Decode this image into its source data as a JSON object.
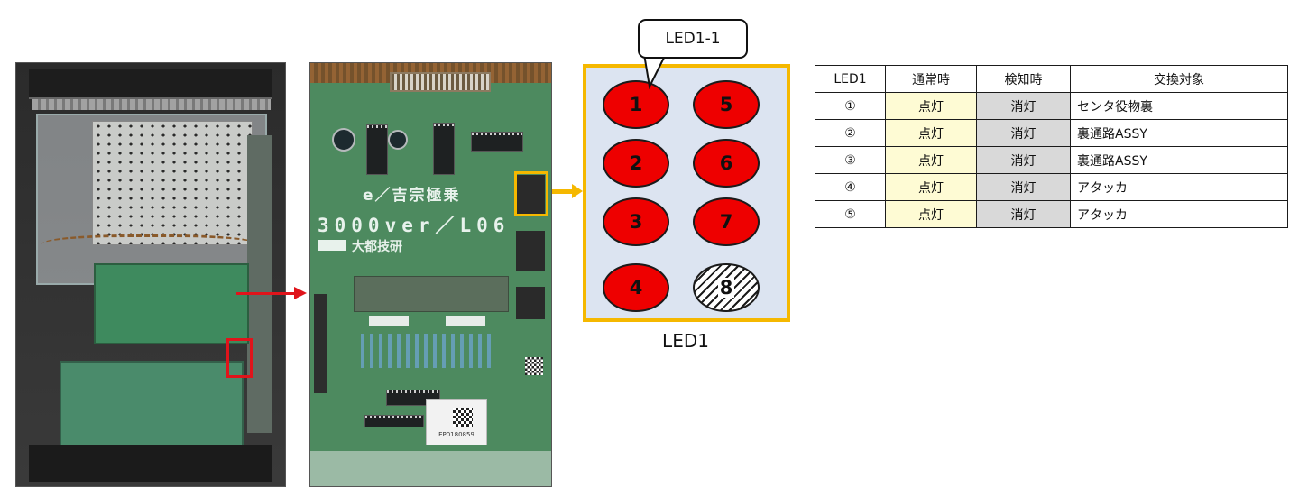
{
  "photo_board": {
    "board_title": "e／吉宗極乗",
    "board_model": "3000ver／L06",
    "board_maker": "大都技研",
    "sticker_code": "EP0180859"
  },
  "led_panel": {
    "callout": "LED1-1",
    "caption": "LED1",
    "leds": [
      {
        "number": "1",
        "state": "lit"
      },
      {
        "number": "5",
        "state": "lit"
      },
      {
        "number": "2",
        "state": "lit"
      },
      {
        "number": "6",
        "state": "lit"
      },
      {
        "number": "3",
        "state": "lit"
      },
      {
        "number": "7",
        "state": "lit"
      },
      {
        "number": "4",
        "state": "lit"
      },
      {
        "number": "8",
        "state": "unused-hatched"
      }
    ],
    "colors": {
      "led_on": "#ee0000",
      "panel_border": "#f5b800",
      "panel_fill": "#dce4f1"
    }
  },
  "table": {
    "headers": [
      "LED1",
      "通常時",
      "検知時",
      "交換対象"
    ],
    "rows": [
      [
        "①",
        "点灯",
        "消灯",
        "センタ役物裏"
      ],
      [
        "②",
        "点灯",
        "消灯",
        "裏通路ASSY"
      ],
      [
        "③",
        "点灯",
        "消灯",
        "裏通路ASSY"
      ],
      [
        "④",
        "点灯",
        "消灯",
        "アタッカ"
      ],
      [
        "⑤",
        "点灯",
        "消灯",
        "アタッカ"
      ]
    ],
    "colors": {
      "normal_cell": "#fefbd4",
      "detect_cell": "#d9d9d9"
    }
  }
}
